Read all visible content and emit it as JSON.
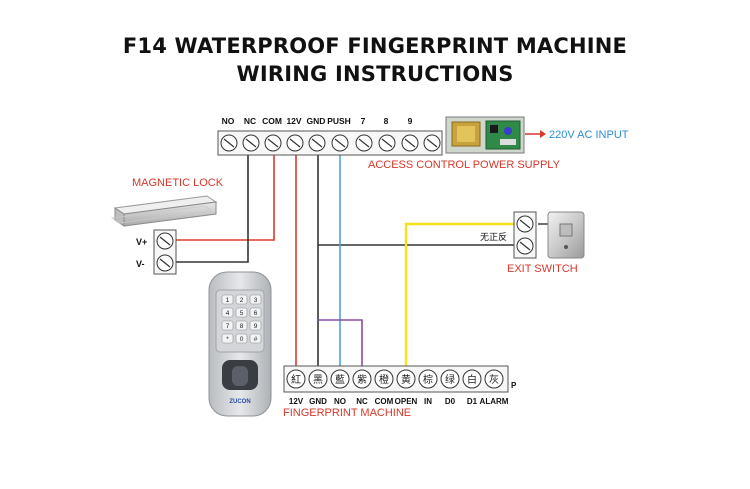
{
  "title": {
    "line1": "F14 WATERPROOF FINGERPRINT MACHINE",
    "line2": "WIRING INSTRUCTIONS"
  },
  "power_supply": {
    "label": "ACCESS CONTROL POWER SUPPLY",
    "terminals": [
      "NO",
      "NC",
      "COM",
      "12V",
      "GND",
      "PUSH",
      "7",
      "8",
      "9"
    ],
    "ac_input": "220V AC INPUT"
  },
  "magnetic_lock": {
    "label": "MAGNETIC LOCK",
    "terminals": [
      "V+",
      "V-"
    ]
  },
  "exit_switch": {
    "label": "EXIT SWITCH",
    "marking": "无正反"
  },
  "fingerprint_machine": {
    "label": "FINGERPRINT MACHINE",
    "brand": "ZUCON",
    "wire_colors_cn": [
      "紅",
      "黑",
      "藍",
      "紫",
      "橙",
      "黄",
      "棕",
      "绿",
      "白",
      "灰"
    ],
    "terminals": [
      "12V",
      "GND",
      "NO",
      "NC",
      "COM",
      "OPEN",
      "IN",
      "D0",
      "D1",
      "ALARM"
    ],
    "suffix": "P"
  },
  "keypad_keys": [
    "1",
    "2",
    "3",
    "4",
    "5",
    "6",
    "7",
    "8",
    "9",
    "*",
    "0",
    "#"
  ],
  "colors": {
    "red_wire": "#e03a2e",
    "black_wire": "#333333",
    "blue_wire": "#4aa3e0",
    "purple_wire": "#8a4fa8",
    "yellow_wire": "#f5e31a",
    "label_red": "#d9372a",
    "label_blue": "#2b8fd6"
  }
}
